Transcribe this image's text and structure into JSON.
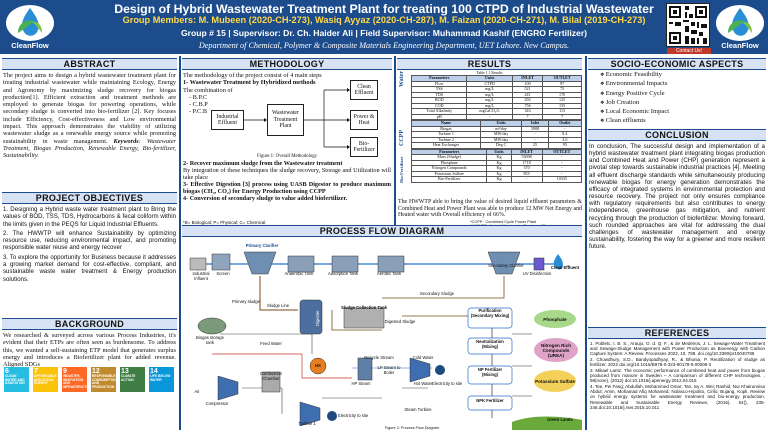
{
  "header": {
    "title": "Design of Hybrid Wastewater Treatment Plant for treating 100 CTPD of Industrial Wastewater",
    "members": "Group Members: M. Mubeen (2020-CH-273), Wasiq Ayyaz (2020-CH-287), M. Faizan (2020-CH-271), M. Bilal (2019-CH-273)",
    "supervisors": "Group # 15 | Supervisor: Dr. Ch. Haider Ali | Field Supervisor: Muhammad Kashif (ENGRO Fertilizer)",
    "department": "Department of Chemical, Polymer & Composite Materials Engineering Department, UET Lahore. New Campus.",
    "logo_left": "CleanFlow",
    "logo_right": "CleanFlow",
    "contact": "Contact Us!"
  },
  "abstract": {
    "heading": "ABSTRACT",
    "text": "The project aims to design a hybrid wastewater treatment plant for treating industrial wastewater while maintaining Ecology, Energy and Agronomy by maximizing sludge recovery for biogas production[1]. Efficient extraction and treatment methods are employed to generate biogas for powering operations, while secondary sludge is converted into bio-fertilizer [2]. Key focuses include Efficiency, Cost-effectiveness and Low environmental impact. This approach demonstrates the viability of utilizing wastewater sludge as a renewable energy source while promoting sustainability in waste management.",
    "keywords_label": "Keywords",
    "keywords": ": Wastewater Treatment, Biogas Production, Renewable Energy, Bio-fertilizer, Sustainability."
  },
  "objectives": {
    "heading": "PROJECT OBJECTIVES",
    "item1": "1. Designing a Hybrid waste water treatment plant to Bring the values of BOD, TSS, TDS, Hydrocarbons & fecal coliform within the limits given in the PEQS for Liquid Industrial Effluents.",
    "item2": "2. The HWWTP will enhance Sustainability by optimizing resource use, reducing environmental impact, and promoting responsible water reuse and energy recover",
    "item3": "3. To explore the opportunity for Business because it addresses a growing market demand for cost-effective, compliant, and sustainable waste water treatment & Energy production solutions."
  },
  "background": {
    "heading": "BACKGROUND",
    "text": "We researched & surveyed across various Process Industries, it's evident that their ETPs are often seen as burdensome. To address this, we wanted a self-sustaining ETP model that generates surplus energy and introduces a Biofertilizer plant for added revenue. Aligned SDGs"
  },
  "sdgs": [
    {
      "num": "6",
      "label": "CLEAN WATER AND SANITATION",
      "color": "#26bde2"
    },
    {
      "num": "7",
      "label": "AFFORDABLE AND CLEAN ENERGY",
      "color": "#fcc30b"
    },
    {
      "num": "9",
      "label": "INDUSTRY, INNOVATION AND INFRASTRUCTURE",
      "color": "#fd6925"
    },
    {
      "num": "12",
      "label": "RESPONSIBLE CONSUMPTION AND PRODUCTION",
      "color": "#bf8b2e"
    },
    {
      "num": "13",
      "label": "CLIMATE ACTION",
      "color": "#3f7e44"
    },
    {
      "num": "14",
      "label": "LIFE BELOW WATER",
      "color": "#0a97d9"
    }
  ],
  "methodology": {
    "heading": "METHODOLOGY",
    "intro": "The methodology of the project consist of 4 main steps",
    "step1": "1- Wastewater Treatment by Hybridized methods",
    "combo": "The combination of",
    "list": [
      "- B.P.C",
      "- C.B.P",
      "- P.C.B"
    ],
    "box_effluent": "Industrial Effluent",
    "box_plant": "Wastewater Treatment Plant",
    "box_clean": "Clean Effluent",
    "box_power": "Power & Heat",
    "box_bio": "Bio-Fertilizer",
    "fig_caption": "Figure 1: Overall Methodology",
    "step2": "2- Recover maximum sludge from the Wastewater treatment",
    "step2_text": "By integration of these techniques the sludge recovery, Storage and Utilization will take place",
    "step3": "3- Effective Digestion [3] process using UASB Digestor to produce maximum biogas (CH₄, CO₂) for Energy Production using CCPP",
    "step4": "4- Conversion of secondary sludge to value added biofertilizer.",
    "footnote1": "*B= Biological; P= Physical; C= Chemical",
    "footnote2": "*CTPD : Cubic Ton Per Day"
  },
  "results": {
    "heading": "RESULTS",
    "table_caption": "Table 1.1 Results",
    "water_label": "Water",
    "ccpp_label": "CCPP",
    "fert_label": "Bio-Fertilizer",
    "water_header": [
      "Parameters",
      "Units",
      "INLET",
      "OUTLET"
    ],
    "water_rows": [
      [
        "Flow",
        "CTPD",
        "100",
        "97"
      ],
      [
        "TSS",
        "mg/L",
        "521",
        "75"
      ],
      [
        "TDS",
        "mg/L",
        "241",
        "170"
      ],
      [
        "BOD",
        "mg/L",
        "292",
        "125"
      ],
      [
        "COD",
        "mg/L",
        "756",
        "155"
      ],
      [
        "Total Alkalinity",
        "mgCaCO₃/L",
        "343",
        "115"
      ],
      [
        "pH",
        "-",
        "7",
        "7"
      ]
    ],
    "ccpp_header": [
      "Name",
      "Units",
      "Inlet",
      "Outlet"
    ],
    "ccpp_rows": [
      [
        "Biogas",
        "m³/day",
        "3908",
        "-"
      ],
      [
        "Turbine 1",
        "MW/day",
        "-",
        "8.4"
      ],
      [
        "Turbine 2",
        "MW/day",
        "-",
        "3.6"
      ],
      [
        "Heat Exchanger",
        "Deg C",
        "25",
        "95"
      ]
    ],
    "fert_header": [
      "Parameters",
      "Units",
      "INLET",
      "OUTLET"
    ],
    "fert_rows": [
      [
        "Mass (Sludge)",
        "Kg",
        "53008",
        "-"
      ],
      [
        "Phosphate",
        "Kg",
        "1718",
        "-"
      ],
      [
        "Nitrogen Compounds",
        "Kg",
        "370",
        "-"
      ],
      [
        "Potassium Sulfate",
        "Kg",
        "855",
        "-"
      ],
      [
        "Bio-Fertilizer",
        "Kg",
        "-",
        "10335"
      ]
    ],
    "summary": "The HWWTP able to bring the value of desired liquid effluent parameters & Combined Heat and Power Plant was able to produce 12 MW Net Energy and Heated water with Overall efficiency of 66%.",
    "note1": "*CCPP : Combined Cycle Power Plant",
    "note2": "*HWWTP : Hybrid Wastewater Treatment Plant"
  },
  "socio": {
    "heading": "SOCIO-ECONOMIC ASPECTS",
    "items": [
      "Economic Feasibility",
      "Environmental Impacts",
      "Energy Positive Cycle",
      "Job Creation",
      "Local Economic Impact",
      "Clean effluents"
    ]
  },
  "conclusion": {
    "heading": "CONCLUSION",
    "text": "In conclusion, The successful design and implementation of a hybrid wastewater treatment plant integrating biogas production and Combined Heat and Power (CHP) generation represent a pivotal step towards sustainable industrial practices [4]. Meeting all effluent discharge standards while simultaneously producing renewable biogas for energy generation demonstrates the efficacy of integrated systems in environmental protection and resource recovery. The project not only ensures compliance with regulatory requirements but also contributes to energy independence, greenhouse gas mitigation, and nutrient recycling through the production of biofertilizer. Moving forward, such rounded approaches are vital for addressing the dual challenges of wastewater management and energy sustainability, fostering the way for a greener and more resilient future."
  },
  "references": {
    "heading": "REFERENCES",
    "items": [
      "1. Pobletc, I. B. S., Araujo, O. d. Q. F., & de Medeiros, J. L. Sewage-Water Treatment and Sewage-Sludge Management with Power Production as Bioenergy with Carbon Capture System: A Review. Processes 2022, 10, 788. doi.org/10.3390/pr10040788",
      "2. Chowdhury, S.D., Bandyopadhyay, R., & Bhunia, P. Reutilization of sludge as fertilizer. 2022 doi.org/10.1016/B978-0-323-90178-9.00008-3",
      "3. Mikael Lantz. The economic performance of combined heat and power from biogas produced from manure in Sweden – A comparison of different CHP technologies. , 98(none), (2012) doi:10.1016/j.apenergy.2012.04.015",
      "4. Tee, Pei Fang; Abdullah, Mohammed Omar; Tan, Ivy A. Wei; Rashid, Nur Khairunnisa Abdul; Amin, Mohamad Afiq Mohamed; Nolasco-Hipolito, Cirilo; Bujang, Kopli. Review on hybrid energy systems for wastewater treatment and bio-energy production. Renewable and Sustainable Energy Reviews, (2016). 54(), 235-246.doi:10.1016/j.rser.2015.10.011"
    ]
  },
  "pfd": {
    "heading": "PROCESS FLOW DIAGRAM",
    "labels": {
      "influent": "Industrial Influent",
      "screen": "Screen",
      "primary": "Primary Clarifier",
      "anaerobic": "Anaerobic Tank",
      "adsorption": "Adsorption Tank",
      "aerobic": "Aerobic Tank",
      "secondary": "Secondary Clarifier",
      "uv": "UV Disinfection",
      "clean": "Clean Effluent",
      "sludge_line": "Sludge Line",
      "secondary_sludge": "Secondary Sludge",
      "sludge_collection": "Sludge Collection Tank",
      "digester": "Digester",
      "biogas_tank": "Biogas storage tank",
      "purification": "Purification (Secondary Mixing)",
      "neutralization": "Neutralization (Mixing)",
      "np_fertilizer": "NP Fertilizer (Mixing)",
      "npk_fertilizer": "NPK Fertilizer",
      "phosphate": "Phosphate",
      "nitrogen": "Nitrogen Rich Compounds (UREA)",
      "potassium": "Potassium Sulfate",
      "green_lands": "Green Lands",
      "feed_water": "Feed Water",
      "hx": "HX",
      "recycle": "Recycle Stream",
      "cold_water": "Cold Water",
      "hot_water": "Hot Water",
      "air": "Air",
      "compressor": "Compressor",
      "combustion": "Combustion Chamber",
      "turbine": "Turbine 1",
      "hp_steam": "HP Steam",
      "lp_steam": "LP Steam to Boiler",
      "steam_turbine": "Steam Turbine",
      "electricity1": "Electricity to site",
      "electricity2": "Electricity to site",
      "digested_sludge": "Digested Sludge",
      "caption": "Figure 2: Process Flow Diagram",
      "prim_sludge": "Primary sludge"
    }
  },
  "colors": {
    "header": "#1c4c8c",
    "title_yellow": "#ffd94a",
    "section_bg": "#d7e3f4",
    "water": "#2a6fc9",
    "green": "#4f9a3a"
  }
}
